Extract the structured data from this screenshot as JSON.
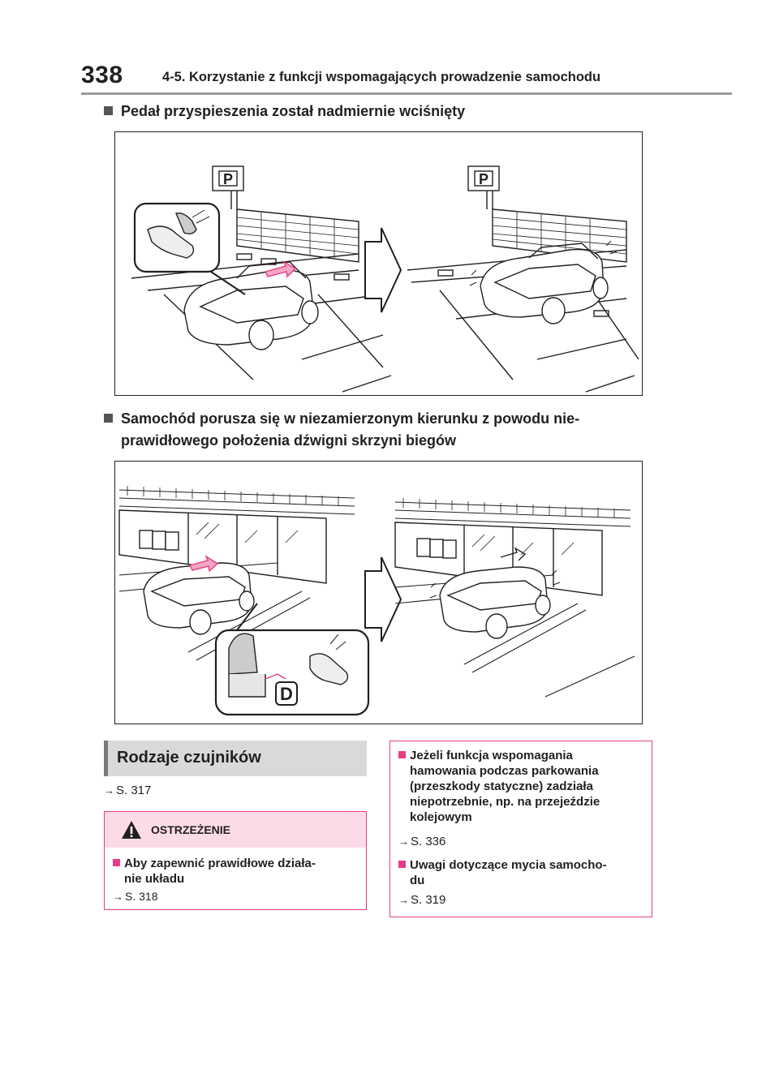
{
  "header": {
    "page_number": "338",
    "section": "4-5. Korzystanie z funkcji wspomagających prowadzenie samochodu"
  },
  "section1": {
    "title": "Pedał przyspieszenia został nadmiernie wciśnięty"
  },
  "section2": {
    "title_line1": "Samochód porusza się w niezamierzonym kierunku z powodu nie-",
    "title_line2": "prawidłowego położenia dźwigni skrzyni biegów",
    "gear_label": "D"
  },
  "sensors": {
    "title": "Rodzaje czujników",
    "ref": "S. 317"
  },
  "warning": {
    "label": "OSTRZEŻENIE",
    "item_title_line1": "Aby zapewnić prawidłowe działa-",
    "item_title_line2": "nie układu",
    "item_ref": "S. 318"
  },
  "notes": {
    "item1_line1": "Jeżeli funkcja wspomagania",
    "item1_line2": "hamowania podczas parkowania",
    "item1_line3": "(przeszkody statyczne) zadziała",
    "item1_line4": "niepotrzebnie, np. na przejeździe",
    "item1_line5": "kolejowym",
    "item1_ref": "S. 336",
    "item2_line1": "Uwagi dotyczące mycia samocho-",
    "item2_line2": "du",
    "item2_ref": "S. 319"
  },
  "colors": {
    "accent_pink": "#e53c88",
    "warning_bg": "#fadbe7",
    "heading_bg": "#d9d9d9"
  }
}
